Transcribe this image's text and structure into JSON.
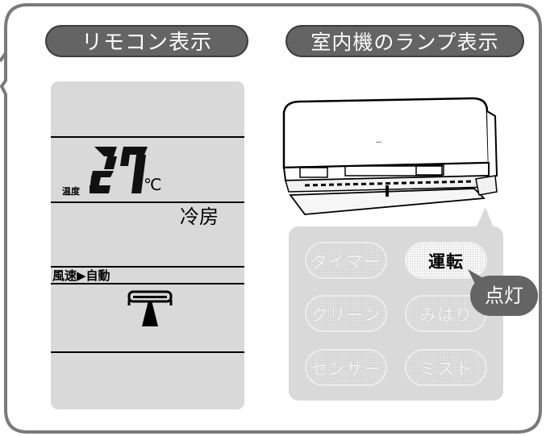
{
  "tabs": {
    "remote_label": "リモコン表示",
    "indoor_label": "室内機のランプ表示"
  },
  "remote_display": {
    "temp_caption": "温度",
    "temperature": "27",
    "unit": "℃",
    "mode": "冷房",
    "fan_label": "風速▶自動"
  },
  "lamps": [
    {
      "label": "タイマー",
      "state": "off"
    },
    {
      "label": "運転",
      "state": "on"
    },
    {
      "label": "クリーン",
      "state": "off"
    },
    {
      "label": "みはり",
      "state": "off"
    },
    {
      "label": "センサー",
      "state": "off"
    },
    {
      "label": "ミスト",
      "state": "off"
    }
  ],
  "callout": {
    "label": "点灯"
  },
  "colors": {
    "tab_bg": "#646464",
    "panel_bg": "#d9d9d9",
    "frame": "#7a7a7a"
  }
}
